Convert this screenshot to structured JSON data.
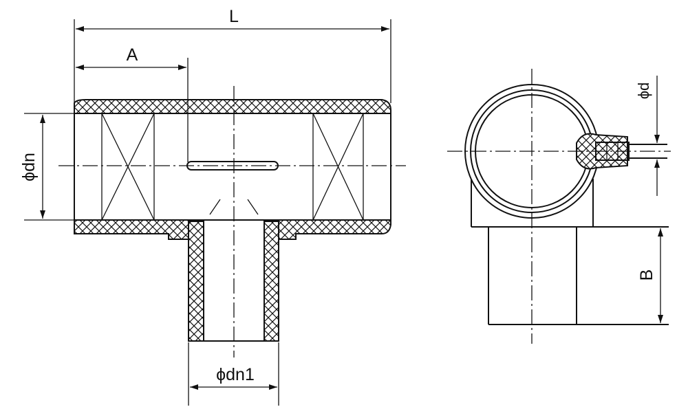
{
  "drawing": {
    "labels": {
      "length": "L",
      "offset": "A",
      "main_diameter": "ϕdn",
      "branch_diameter": "ϕdn1",
      "terminal_diameter": "ϕd",
      "branch_height": "B"
    }
  }
}
